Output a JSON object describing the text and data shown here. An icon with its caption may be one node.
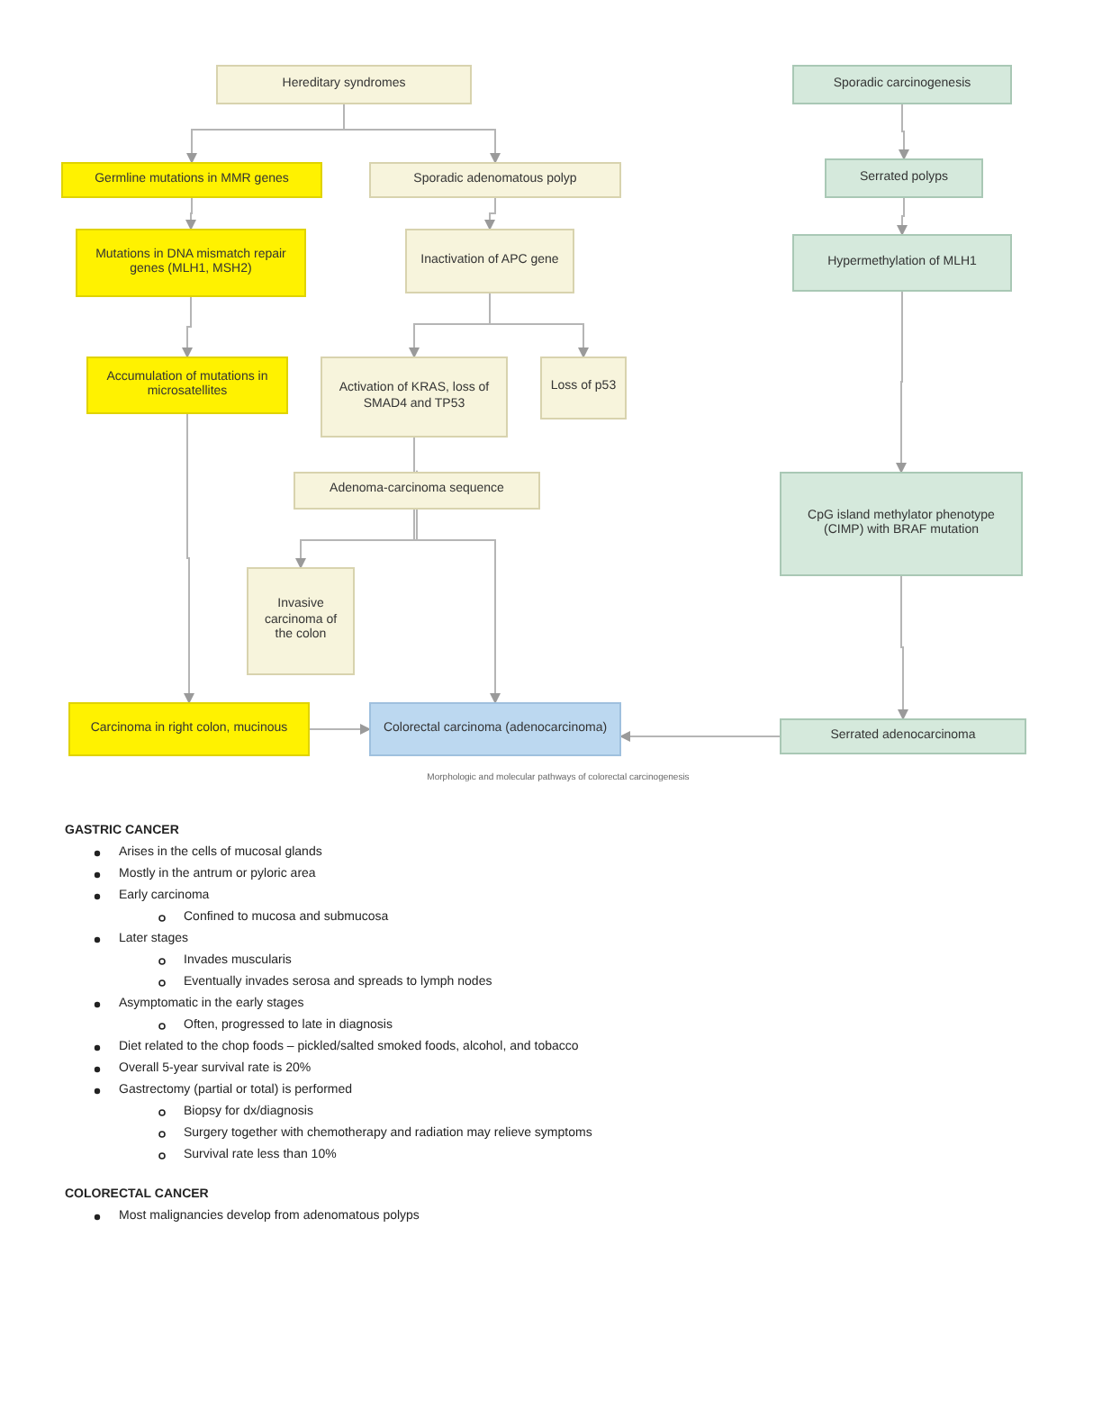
{
  "diagram": {
    "nodes": [
      {
        "text": [
          "Hereditary syndromes"
        ]
      },
      {
        "text": [
          "Germline mutations in MMR genes"
        ]
      },
      {
        "text": [
          "Sporadic adenomatous polyp"
        ]
      },
      {
        "text": [
          "Mutations in DNA mismatch repair genes (MLH1, MSH2)"
        ]
      },
      {
        "text": [
          "Inactivation of APC gene"
        ]
      },
      {
        "text": [
          "Accumulation of mutations in microsatellites"
        ]
      },
      {
        "text": [
          "Activation of KRAS, loss of SMAD4 and TP53"
        ]
      },
      {
        "text": [
          "Loss of p53"
        ]
      },
      {
        "text": [
          "Adenoma-carcinoma sequence"
        ]
      },
      {
        "text": [
          "Invasive carcinoma of the colon"
        ]
      },
      {
        "text": [
          "Carcinoma in right colon, mucinous"
        ]
      },
      {
        "text": [
          "Colorectal carcinoma (adenocarcinoma)"
        ]
      },
      {
        "text": [
          "Sporadic carcinogenesis"
        ]
      },
      {
        "text": [
          "Serrated polyps"
        ]
      },
      {
        "text": [
          "Hypermethylation of MLH1"
        ]
      },
      {
        "text": [
          "CpG island methylator phenotype (CIMP) with BRAF mutation"
        ]
      },
      {
        "text": [
          "Serrated adenocarcinoma"
        ]
      }
    ],
    "edges": [
      {
        "from": 0,
        "to": 1,
        "arrow": "to"
      },
      {
        "from": 0,
        "to": 2,
        "arrow": "to"
      },
      {
        "from": 1,
        "to": 3,
        "arrow": "to"
      },
      {
        "from": 3,
        "to": 5,
        "arrow": "to"
      },
      {
        "from": 5,
        "to": 10,
        "arrow": "to"
      },
      {
        "from": 2,
        "to": 4,
        "arrow": "to"
      },
      {
        "from": 4,
        "to": 6,
        "arrow": "to"
      },
      {
        "from": 4,
        "to": 7,
        "arrow": "to"
      },
      {
        "from": 6,
        "to": 8,
        "arrow": "to"
      },
      {
        "from": 8,
        "to": 9,
        "arrow": "to"
      },
      {
        "from": 8,
        "to": 11,
        "arrow": "to"
      },
      {
        "from": 10,
        "to": 11,
        "arrow": "to"
      },
      {
        "from": 12,
        "to": 13,
        "arrow": "to"
      },
      {
        "from": 13,
        "to": 14,
        "arrow": "to"
      },
      {
        "from": 14,
        "to": 15,
        "arrow": "to"
      },
      {
        "from": 15,
        "to": 16,
        "arrow": "to"
      },
      {
        "from": 16,
        "to": 11,
        "arrow": "to"
      }
    ],
    "labels": [
      "Morphologic and molecular pathways of colorectal carcinogenesis",
      "GASTRIC CANCER",
      "Arises in the cells of mucosal glands",
      "Mostly in the antrum or pyloric area",
      "Early carcinoma",
      "Confined to mucosa and submucosa",
      "Later stages",
      "Invades muscularis",
      "Eventually invades serosa and spreads to lymph nodes",
      "Asymptomatic in the early stages",
      "Often, progressed to late in diagnosis",
      "Diet related to the chop foods – pickled/salted smoked foods, alcohol, and tobacco",
      "Overall 5-year survival rate is 20%",
      "Gastrectomy (partial or total) is performed",
      "Biopsy for dx/diagnosis",
      "Surgery together with chemotherapy and radiation may relieve symptoms",
      "Survival rate less than 10%",
      "COLORECTAL CANCER",
      "Most malignancies develop from adenomatous polyps"
    ]
  }
}
